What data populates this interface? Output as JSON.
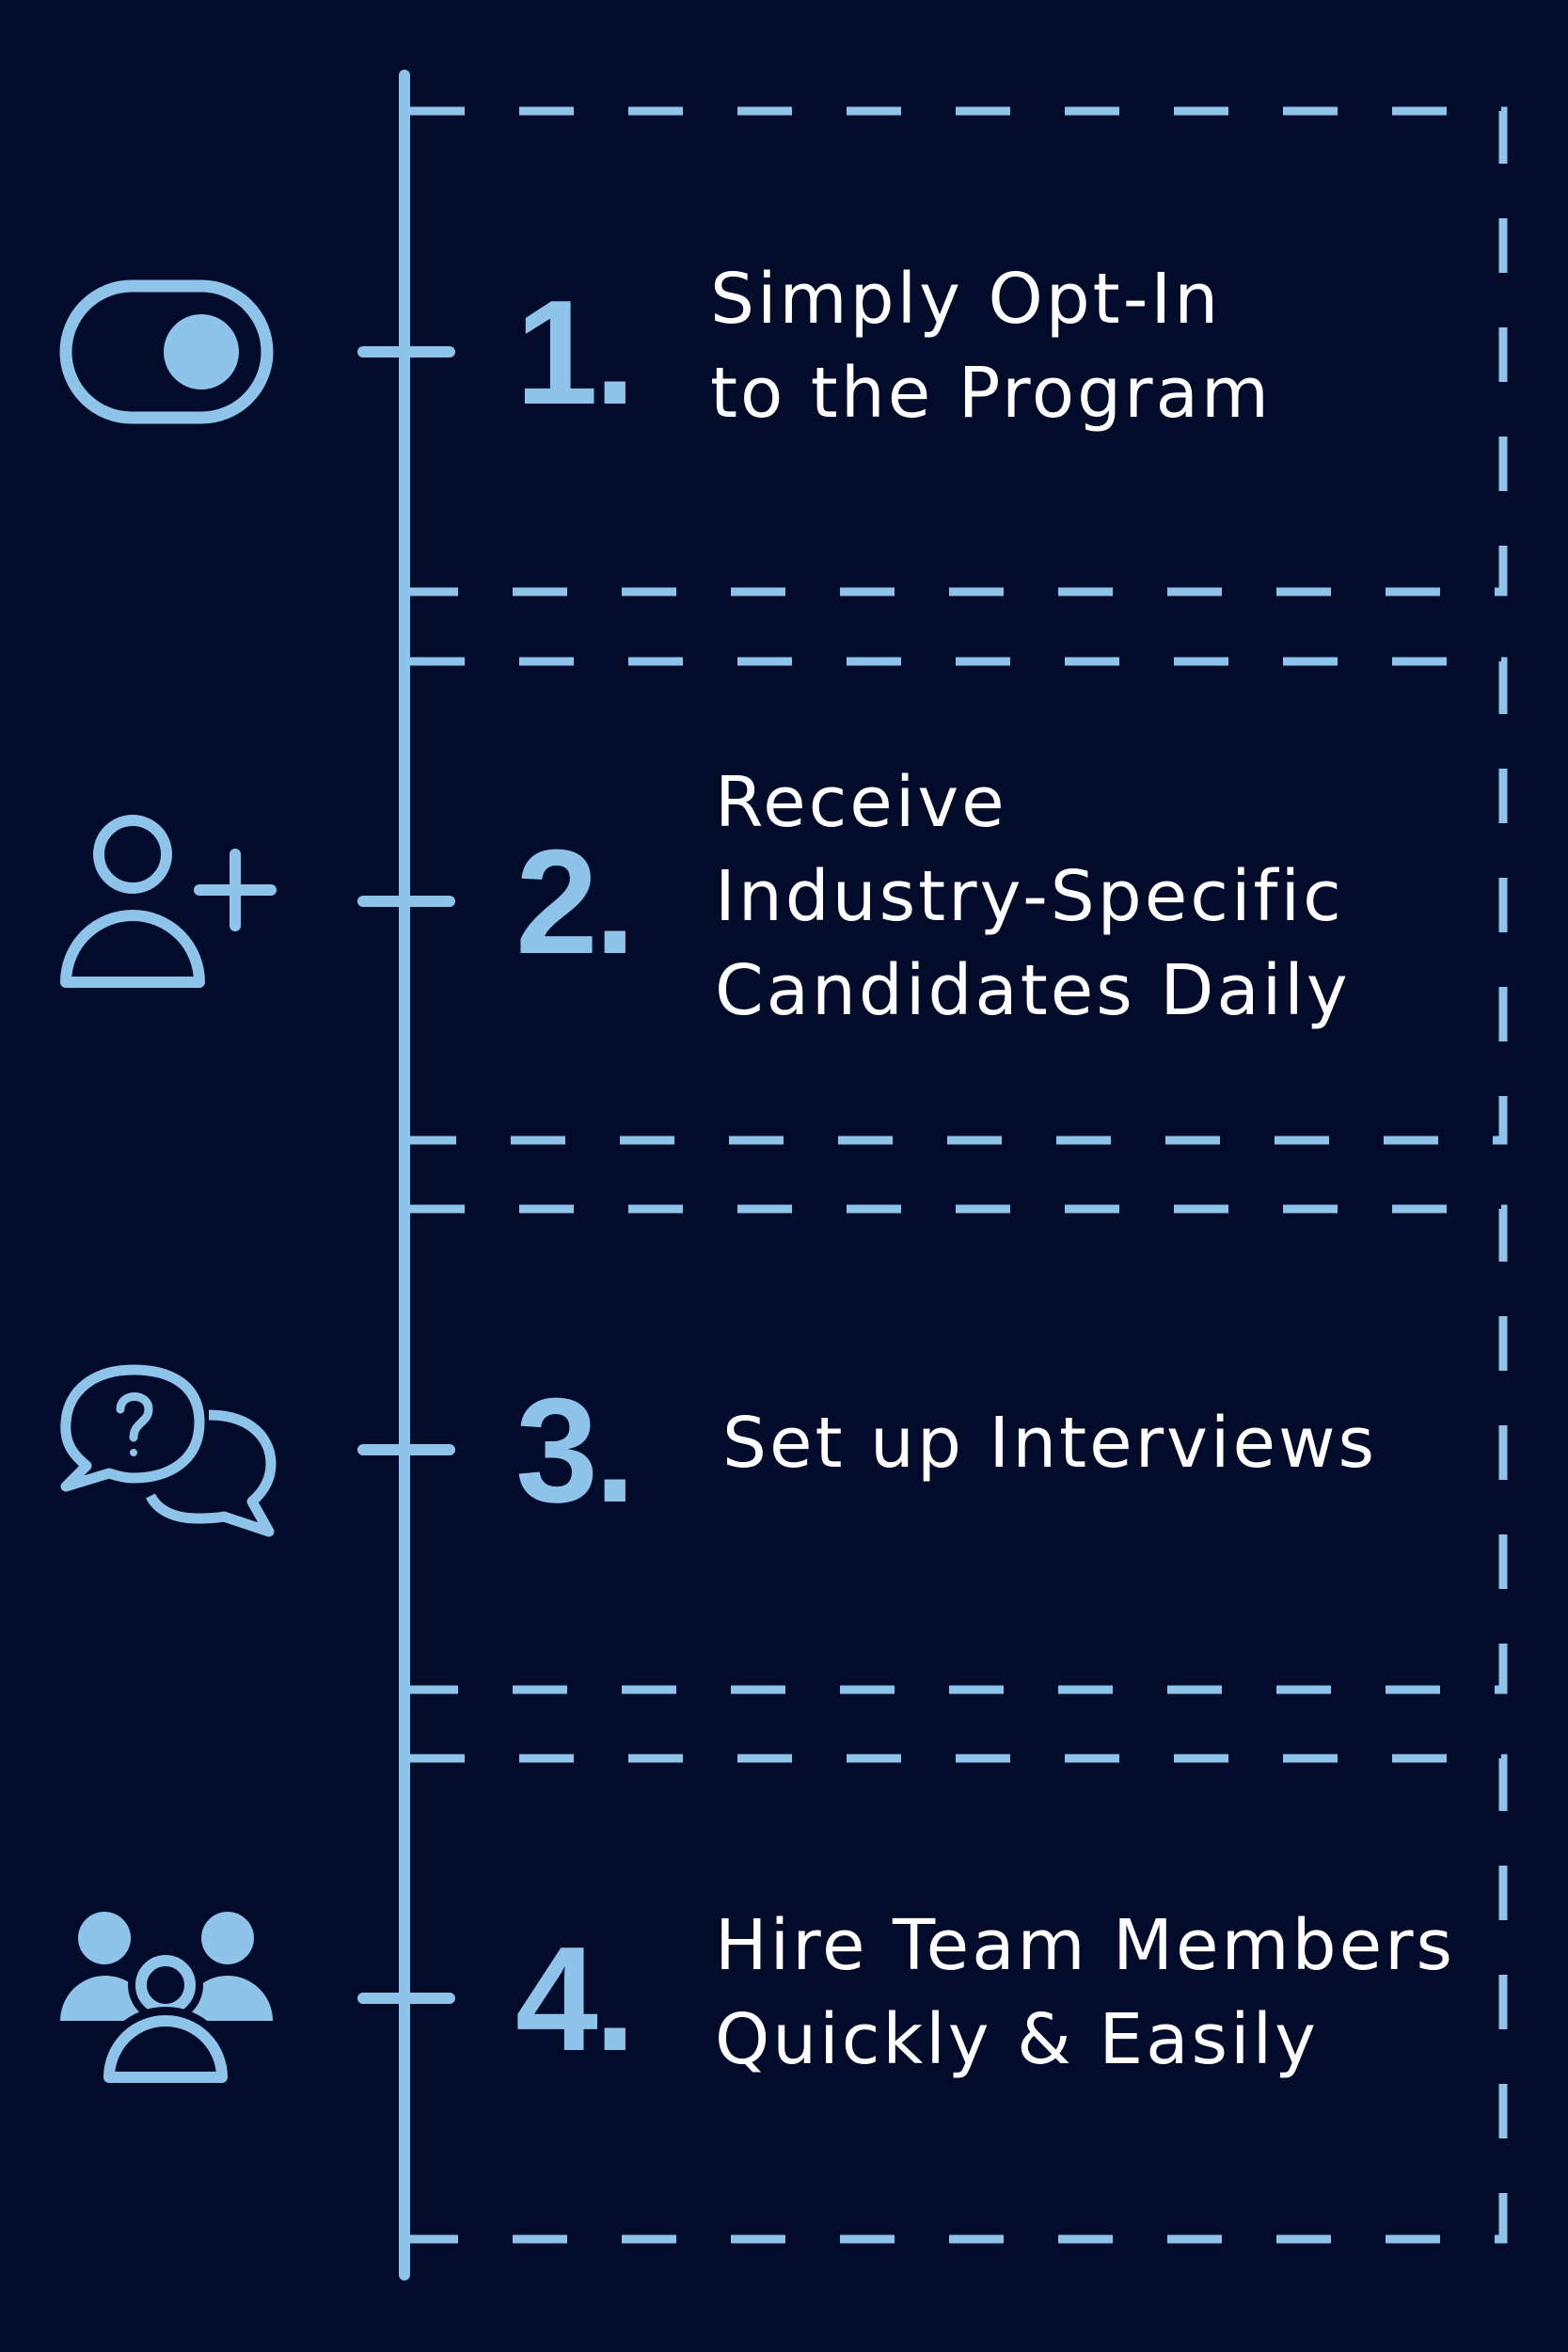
{
  "colors": {
    "background": "#020b29",
    "accent": "#8ec3ea",
    "text": "#ffffff"
  },
  "steps": [
    {
      "number": "1.",
      "icon": "toggle-switch-icon",
      "lines": [
        "Simply Opt-In",
        "to the Program"
      ]
    },
    {
      "number": "2.",
      "icon": "add-user-icon",
      "lines": [
        "Receive",
        "Industry-Specific",
        "Candidates Daily"
      ]
    },
    {
      "number": "3.",
      "icon": "chat-question-icon",
      "lines": [
        "Set up Interviews"
      ]
    },
    {
      "number": "4.",
      "icon": "team-icon",
      "lines": [
        "Hire Team Members",
        "Quickly & Easily"
      ]
    }
  ]
}
